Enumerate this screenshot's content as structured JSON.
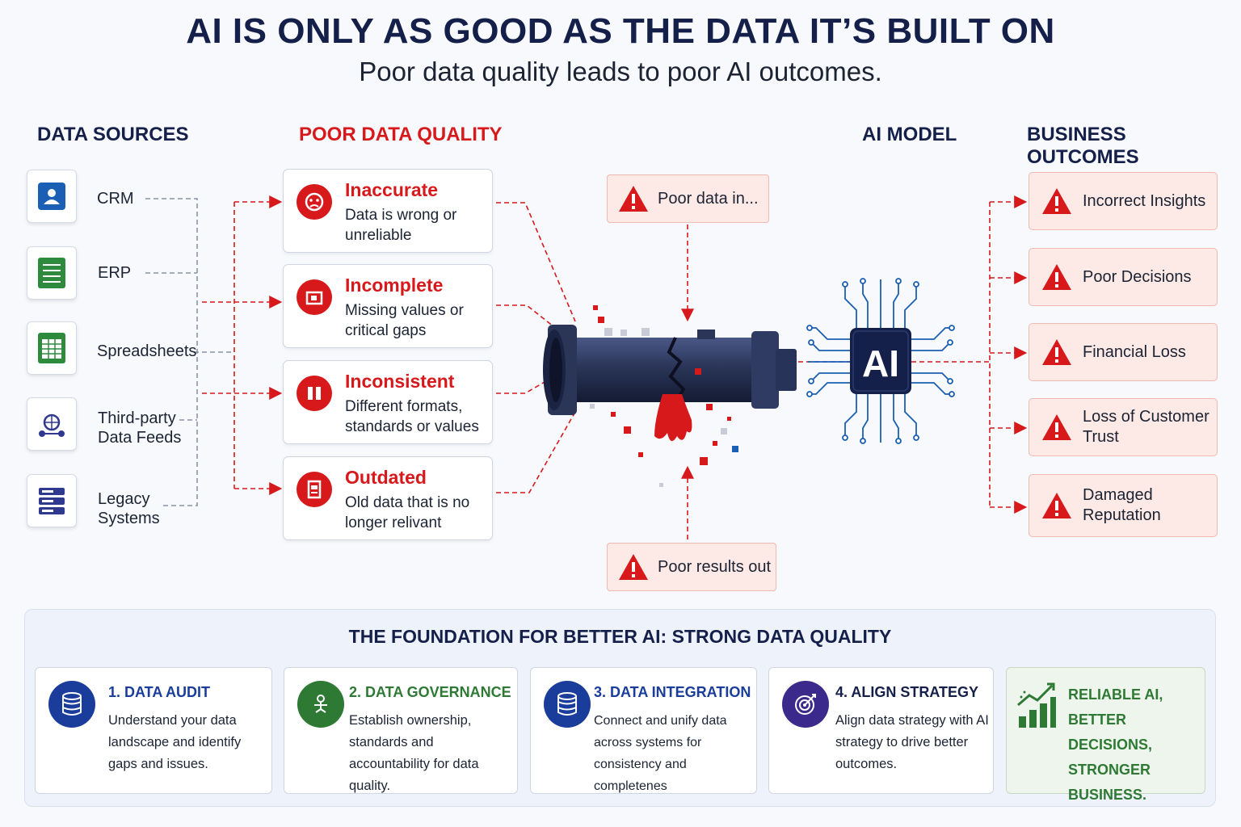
{
  "header": {
    "title": "AI IS ONLY AS GOOD AS THE DATA IT’S BUILT ON",
    "subtitle": "Poor data quality leads to poor AI outcomes."
  },
  "columns": {
    "sources": "DATA SOURCES",
    "quality": "POOR DATA QUALITY",
    "model": "AI MODEL",
    "outcomes": "BUSINESS OUTCOMES"
  },
  "sources": [
    {
      "label": "CRM",
      "icon": "user-icon",
      "color": "#1a5fb4"
    },
    {
      "label": "ERP",
      "icon": "list-icon",
      "color": "#2e8b3d"
    },
    {
      "label": "Spreadsheets",
      "icon": "spreadsheet-icon",
      "color": "#2e8b3d"
    },
    {
      "label": "Third-party Data Feeds",
      "icon": "network-icon",
      "color": "#2f3a8f"
    },
    {
      "label": "Legacy Systems",
      "icon": "server-icon",
      "color": "#2f3a8f"
    }
  ],
  "quality_issues": [
    {
      "title": "Inaccurate",
      "desc": "Data is wrong or unreliable",
      "icon": "face-icon"
    },
    {
      "title": "Incomplete",
      "desc": "Missing values or critical gaps",
      "icon": "missing-icon"
    },
    {
      "title": "Inconsistent",
      "desc": "Different formats, standards or values",
      "icon": "columns-icon"
    },
    {
      "title": "Outdated",
      "desc": "Old data that is no longer relivant",
      "icon": "document-icon"
    }
  ],
  "pipe": {
    "input_label": "Poor data in...",
    "output_label": "Poor results out",
    "ai_label": "AI"
  },
  "outcomes": [
    {
      "label": "Incorrect Insights"
    },
    {
      "label": "Poor Decisions"
    },
    {
      "label": "Financial Loss"
    },
    {
      "label": "Loss of Customer Trust"
    },
    {
      "label": "Damaged Reputation"
    }
  ],
  "foundation": {
    "title": "THE FOUNDATION FOR BETTER AI: STRONG DATA QUALITY",
    "steps": [
      {
        "title": "1. DATA AUDIT",
        "desc": "Understand your data landscape and identify gaps and issues.",
        "icon": "database-icon",
        "color": "#1a3d9c"
      },
      {
        "title": "2. DATA GOVERNANCE",
        "desc": "Establish ownership, standards and accountability for data quality.",
        "icon": "governance-icon",
        "color": "#2e7a34"
      },
      {
        "title": "3. DATA INTEGRATION",
        "desc": "Connect and unify data across systems for consistency and completenes",
        "icon": "database-icon",
        "color": "#1a3d9c"
      },
      {
        "title": "4. ALIGN STRATEGY",
        "desc": "Align data strategy with AI strategy to drive better outcomes.",
        "icon": "target-icon",
        "color": "#3b2a8c"
      }
    ],
    "final": {
      "lines": [
        "RELIABLE AI,",
        "BETTER DECISIONS,",
        "STRONGER BUSINESS."
      ],
      "icon": "growth-chart-icon",
      "color": "#2e7a34"
    }
  },
  "colors": {
    "accent_red": "#d7191c",
    "navy": "#15204a",
    "pipe": "#2a3558",
    "warning_bg": "#fde9e6"
  }
}
